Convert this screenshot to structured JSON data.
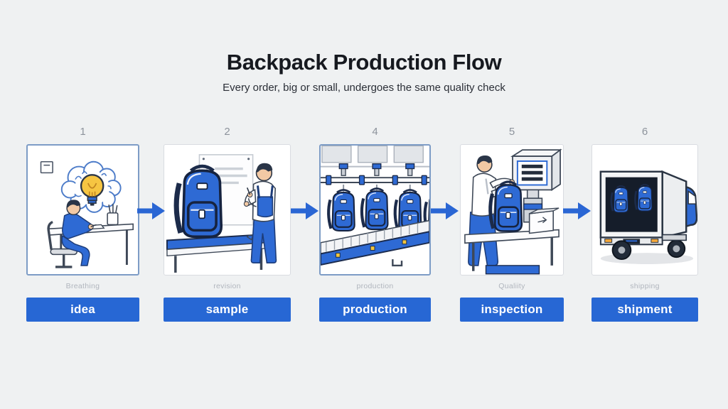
{
  "header": {
    "title": "Backpack Production Flow",
    "subtitle": "Every order, big or small, undergoes the same quality check"
  },
  "steps": [
    {
      "number": "1",
      "caption": "Breathing",
      "label": "idea",
      "icon": "idea-desk-illustration"
    },
    {
      "number": "2",
      "caption": "revision",
      "label": "sample",
      "icon": "sample-review-illustration"
    },
    {
      "number": "4",
      "caption": "production",
      "label": "production",
      "icon": "assembly-line-illustration"
    },
    {
      "number": "5",
      "caption": "Qualiity",
      "label": "inspection",
      "icon": "quality-inspection-illustration"
    },
    {
      "number": "6",
      "caption": "shipping",
      "label": "shipment",
      "icon": "delivery-truck-illustration"
    }
  ],
  "colors": {
    "background": "#eff1f2",
    "accent_blue": "#2a66d4",
    "bar_blue": "#2767d4",
    "backpack_blue": "#2e6ad4",
    "panel_border_blue": "#7d9cc6",
    "panel_border_gray": "#d9dce1",
    "title_color": "#16191f",
    "subtitle_color": "#2b2f37",
    "number_gray": "#8d939c",
    "caption_gray": "#b0b5bd",
    "bulb_yellow": "#f6c542"
  }
}
